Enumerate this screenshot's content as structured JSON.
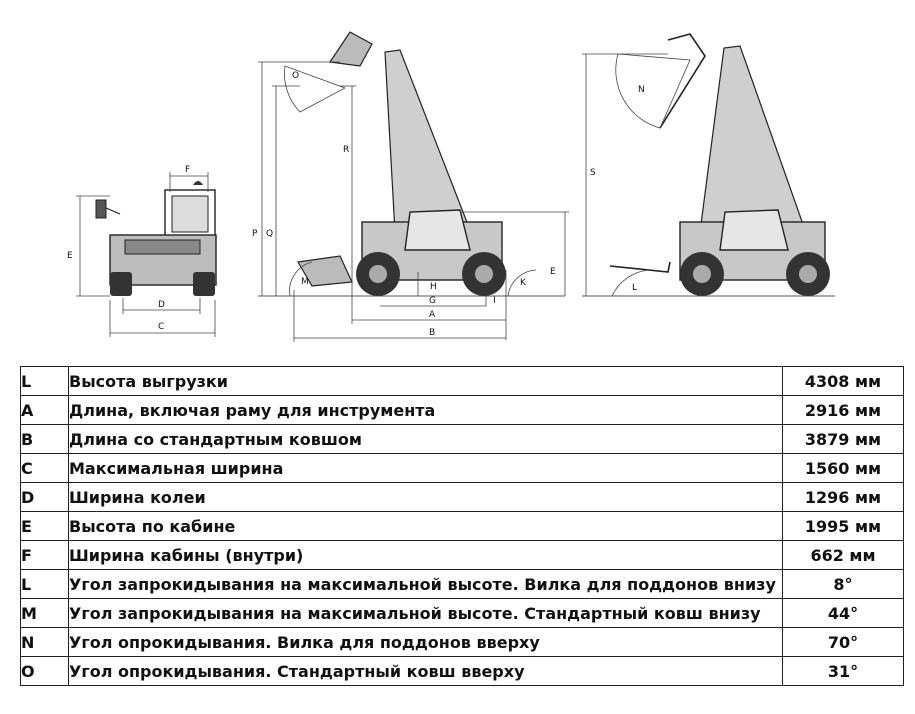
{
  "diagram": {
    "front_view": {
      "labels": {
        "E": "E",
        "F": "F",
        "D": "D",
        "C": "C"
      }
    },
    "side_view": {
      "labels": {
        "O": "O",
        "R": "R",
        "P": "P",
        "Q": "Q",
        "M": "M",
        "H": "H",
        "G": "G",
        "I": "I",
        "A": "A",
        "B": "B",
        "K": "K",
        "E": "E"
      }
    },
    "fork_view": {
      "labels": {
        "N": "N",
        "S": "S",
        "L": "L"
      }
    }
  },
  "specs": [
    {
      "code": "L",
      "description": "Высота выгрузки",
      "value": "4308 мм"
    },
    {
      "code": "A",
      "description": "Длина, включая раму для инструмента",
      "value": "2916 мм"
    },
    {
      "code": "B",
      "description": "Длина со стандартным ковшом",
      "value": "3879 мм"
    },
    {
      "code": "C",
      "description": "Максимальная ширина",
      "value": "1560 мм"
    },
    {
      "code": "D",
      "description": "Ширина колеи",
      "value": "1296 мм"
    },
    {
      "code": "E",
      "description": "Высота по кабине",
      "value": "1995 мм"
    },
    {
      "code": "F",
      "description": "Ширина кабины (внутри)",
      "value": "662 мм"
    },
    {
      "code": "L",
      "description": "Угол запрокидывания на максимальной высоте. Вилка для поддонов внизу",
      "value": "8°"
    },
    {
      "code": "M",
      "description": "Угол запрокидывания на максимальной высоте. Стандартный ковш внизу",
      "value": "44°"
    },
    {
      "code": "N",
      "description": "Угол опрокидывания. Вилка для поддонов вверху",
      "value": "70°"
    },
    {
      "code": "O",
      "description": "Угол опрокидывания. Стандартный ковш вверху",
      "value": "31°"
    }
  ]
}
